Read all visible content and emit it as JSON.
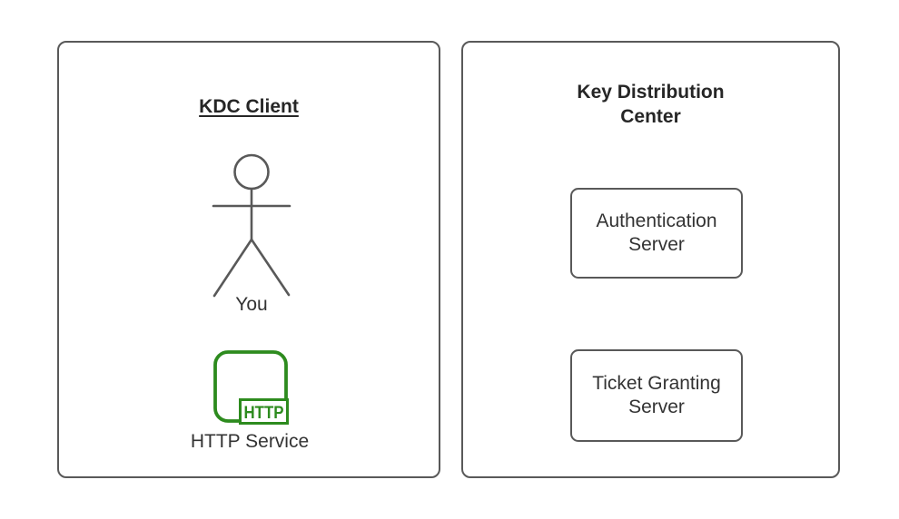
{
  "diagram": {
    "client_panel": {
      "title": "KDC Client",
      "actor": {
        "icon": "stick-figure-actor-icon",
        "label": "You"
      },
      "service": {
        "icon": "http-service-icon",
        "icon_text": "HTTP",
        "label": "HTTP Service"
      }
    },
    "kdc_panel": {
      "title": "Key Distribution Center",
      "nodes": [
        {
          "label": "Authentication Server"
        },
        {
          "label": "Ticket Granting Server"
        }
      ]
    },
    "colors": {
      "panel_border": "#595959",
      "shape_stroke": "#595959",
      "title_text": "#262626",
      "label_text": "#333333",
      "service_accent_green": "#2d8b1e",
      "background": "#ffffff"
    }
  }
}
